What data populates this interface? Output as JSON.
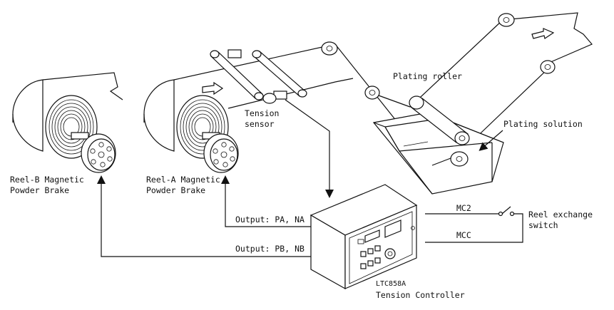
{
  "labels": {
    "reel_b": [
      "Reel-B Magnetic",
      "Powder Brake"
    ],
    "reel_a": [
      "Reel-A Magnetic",
      "Powder Brake"
    ],
    "tension_sensor": [
      "Tension",
      "sensor"
    ],
    "plating_roller": "Plating roller",
    "plating_solution": "Plating solution",
    "output_a": "Output: PA, NA",
    "output_b": "Output: PB, NB",
    "mc2": "MC2",
    "mcc": "MCC",
    "reel_exchange_switch": [
      "Reel exchange",
      "switch"
    ],
    "controller_model": "LTC858A",
    "controller_name": "Tension Controller"
  },
  "colors": {
    "line": "#111111",
    "background": "#ffffff"
  }
}
